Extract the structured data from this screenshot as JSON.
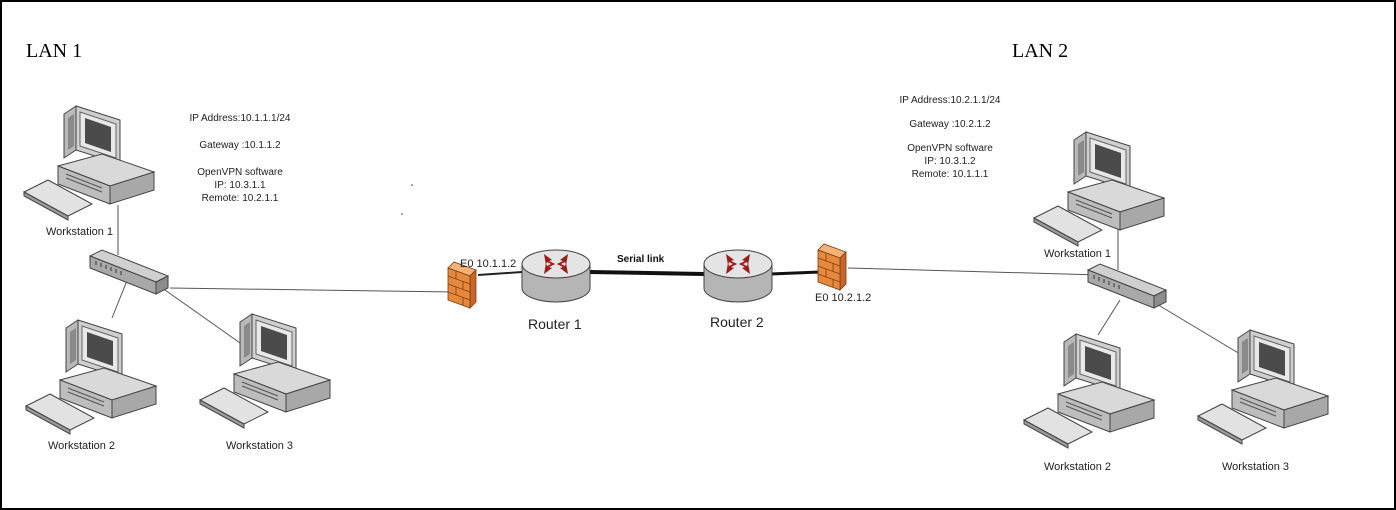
{
  "lan1": {
    "title": "LAN 1",
    "info": {
      "ip": "IP Address:10.1.1.1/24",
      "gateway": "Gateway :10.1.1.2",
      "openvpn": "OpenVPN software",
      "vpn_ip": "IP: 10.3.1.1",
      "remote": "Remote: 10.2.1.1"
    },
    "workstations": [
      "Workstation 1",
      "Workstation 2",
      "Workstation 3"
    ],
    "interface": "E0 10.1.1.2",
    "router": "Router 1"
  },
  "lan2": {
    "title": "LAN 2",
    "info": {
      "ip": "IP Address:10.2.1.1/24",
      "gateway": "Gateway :10.2.1.2",
      "openvpn": "OpenVPN software",
      "vpn_ip": "IP: 10.3.1.2",
      "remote": "Remote: 10.1.1.1"
    },
    "workstations": [
      "Workstation 1",
      "Workstation 2",
      "Workstation 3"
    ],
    "interface": "E0 10.2.1.2",
    "router": "Router 2"
  },
  "serial_link": "Serial link",
  "colors": {
    "firewall": "#e58a3c",
    "router_arrow": "#9c1a1a",
    "device": "#cfcfcf"
  }
}
